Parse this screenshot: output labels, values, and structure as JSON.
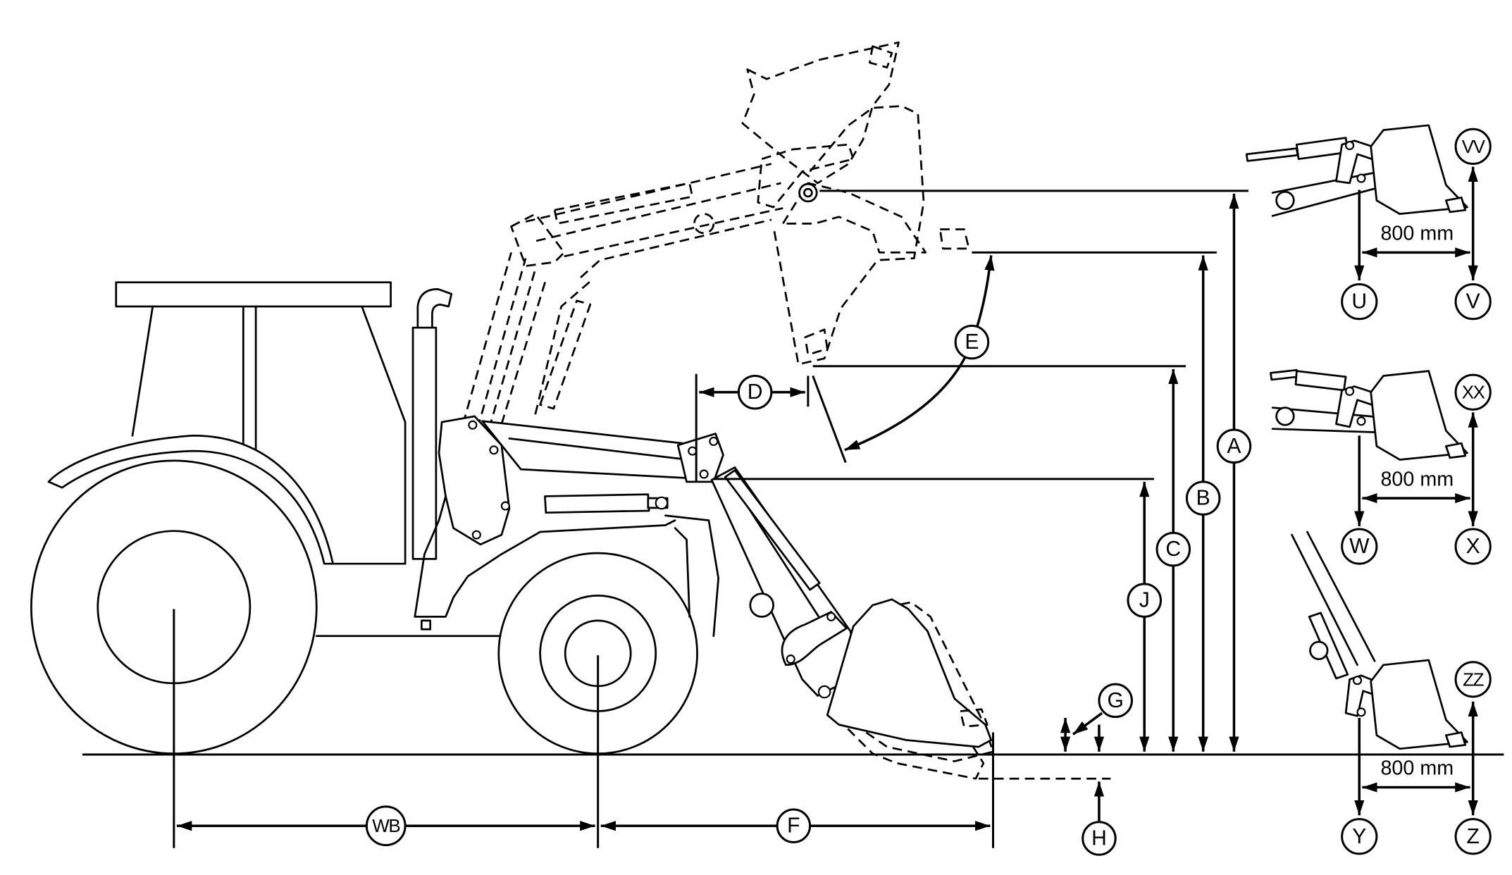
{
  "labels": {
    "a": "A",
    "b": "B",
    "c": "C",
    "d": "D",
    "e": "E",
    "f": "F",
    "g": "G",
    "h": "H",
    "j": "J",
    "wb": "WB"
  },
  "details": [
    {
      "top_label": "VV",
      "left_label": "U",
      "right_label": "V",
      "width": "800 mm"
    },
    {
      "top_label": "XX",
      "left_label": "W",
      "right_label": "X",
      "width": "800 mm"
    },
    {
      "top_label": "ZZ",
      "left_label": "Y",
      "right_label": "Z",
      "width": "800 mm"
    }
  ],
  "colors": {
    "line": "#000000",
    "background": "#ffffff"
  }
}
